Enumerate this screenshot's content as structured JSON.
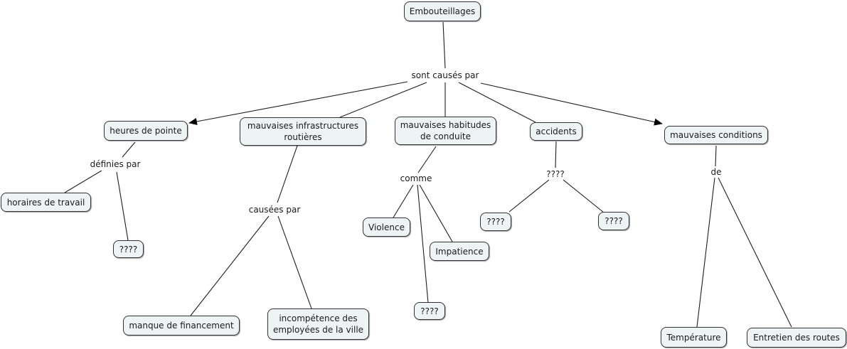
{
  "map": {
    "root": "Embouteillages",
    "concepts": {
      "root": "Embouteillages",
      "heures": "heures de pointe",
      "infra": "mauvaises infrastructures\nroutières",
      "habitudes": "mauvaises habitudes\nde conduite",
      "accidents": "accidents",
      "conditions": "mauvaises conditions",
      "horaires": "horaires de travail",
      "q_heures": "????",
      "financement": "manque de financement",
      "incompetence": "incompétence des\nemployées de la ville",
      "violence": "Violence",
      "impatience": "Impatience",
      "q_habitudes": "????",
      "q_acc_left": "????",
      "q_acc_right": "????",
      "temperature": "Température",
      "entretien": "Entretien des routes"
    },
    "phrases": {
      "causes": "sont causés par",
      "definies": "définies par",
      "causees": "causées par",
      "comme": "comme",
      "acc_link": "????",
      "de": "de"
    },
    "propositions": [
      {
        "from": "Embouteillages",
        "link": "sont causés par",
        "to": [
          "heures de pointe",
          "mauvaises infrastructures routières",
          "mauvaises habitudes de conduite",
          "accidents",
          "mauvaises conditions"
        ]
      },
      {
        "from": "heures de pointe",
        "link": "définies par",
        "to": [
          "horaires de travail",
          "????"
        ]
      },
      {
        "from": "mauvaises infrastructures routières",
        "link": "causées par",
        "to": [
          "manque de financement",
          "incompétence des employées de la ville"
        ]
      },
      {
        "from": "mauvaises habitudes de conduite",
        "link": "comme",
        "to": [
          "Violence",
          "Impatience",
          "????"
        ]
      },
      {
        "from": "accidents",
        "link": "????",
        "to": [
          "????",
          "????"
        ]
      },
      {
        "from": "mauvaises conditions",
        "link": "de",
        "to": [
          "Température",
          "Entretien des routes"
        ]
      }
    ]
  }
}
